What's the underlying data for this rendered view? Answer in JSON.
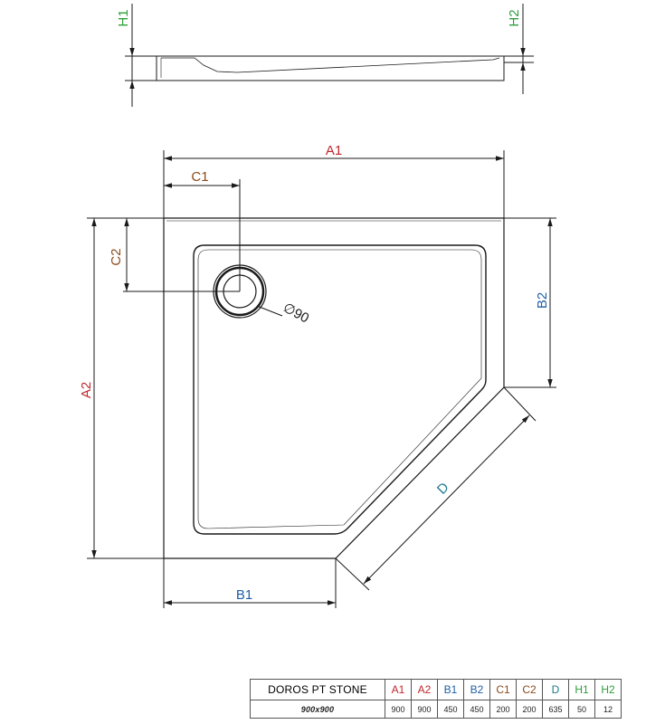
{
  "colors": {
    "red": "#c1272d",
    "blue": "#1f5fa8",
    "brown": "#8b4a1a",
    "teal": "#1a7a8a",
    "green": "#2e9e3a",
    "line": "#1a1a1a"
  },
  "labels": {
    "A1": "A1",
    "A2": "A2",
    "B1": "B1",
    "B2": "B2",
    "C1": "C1",
    "C2": "C2",
    "D": "D",
    "H1": "H1",
    "H2": "H2",
    "drain": "∅90"
  },
  "table": {
    "model": "DOROS PT STONE",
    "size": "900x900",
    "columns": [
      {
        "key": "A1",
        "label": "A1",
        "value": "900",
        "color": "#c1272d"
      },
      {
        "key": "A2",
        "label": "A2",
        "value": "900",
        "color": "#c1272d"
      },
      {
        "key": "B1",
        "label": "B1",
        "value": "450",
        "color": "#1f5fa8"
      },
      {
        "key": "B2",
        "label": "B2",
        "value": "450",
        "color": "#1f5fa8"
      },
      {
        "key": "C1",
        "label": "C1",
        "value": "200",
        "color": "#8b4a1a"
      },
      {
        "key": "C2",
        "label": "C2",
        "value": "200",
        "color": "#8b4a1a"
      },
      {
        "key": "D",
        "label": "D",
        "value": "635",
        "color": "#1a7a8a"
      },
      {
        "key": "H1",
        "label": "H1",
        "value": "50",
        "color": "#2e9e3a"
      },
      {
        "key": "H2",
        "label": "H2",
        "value": "12",
        "color": "#2e9e3a"
      }
    ]
  }
}
